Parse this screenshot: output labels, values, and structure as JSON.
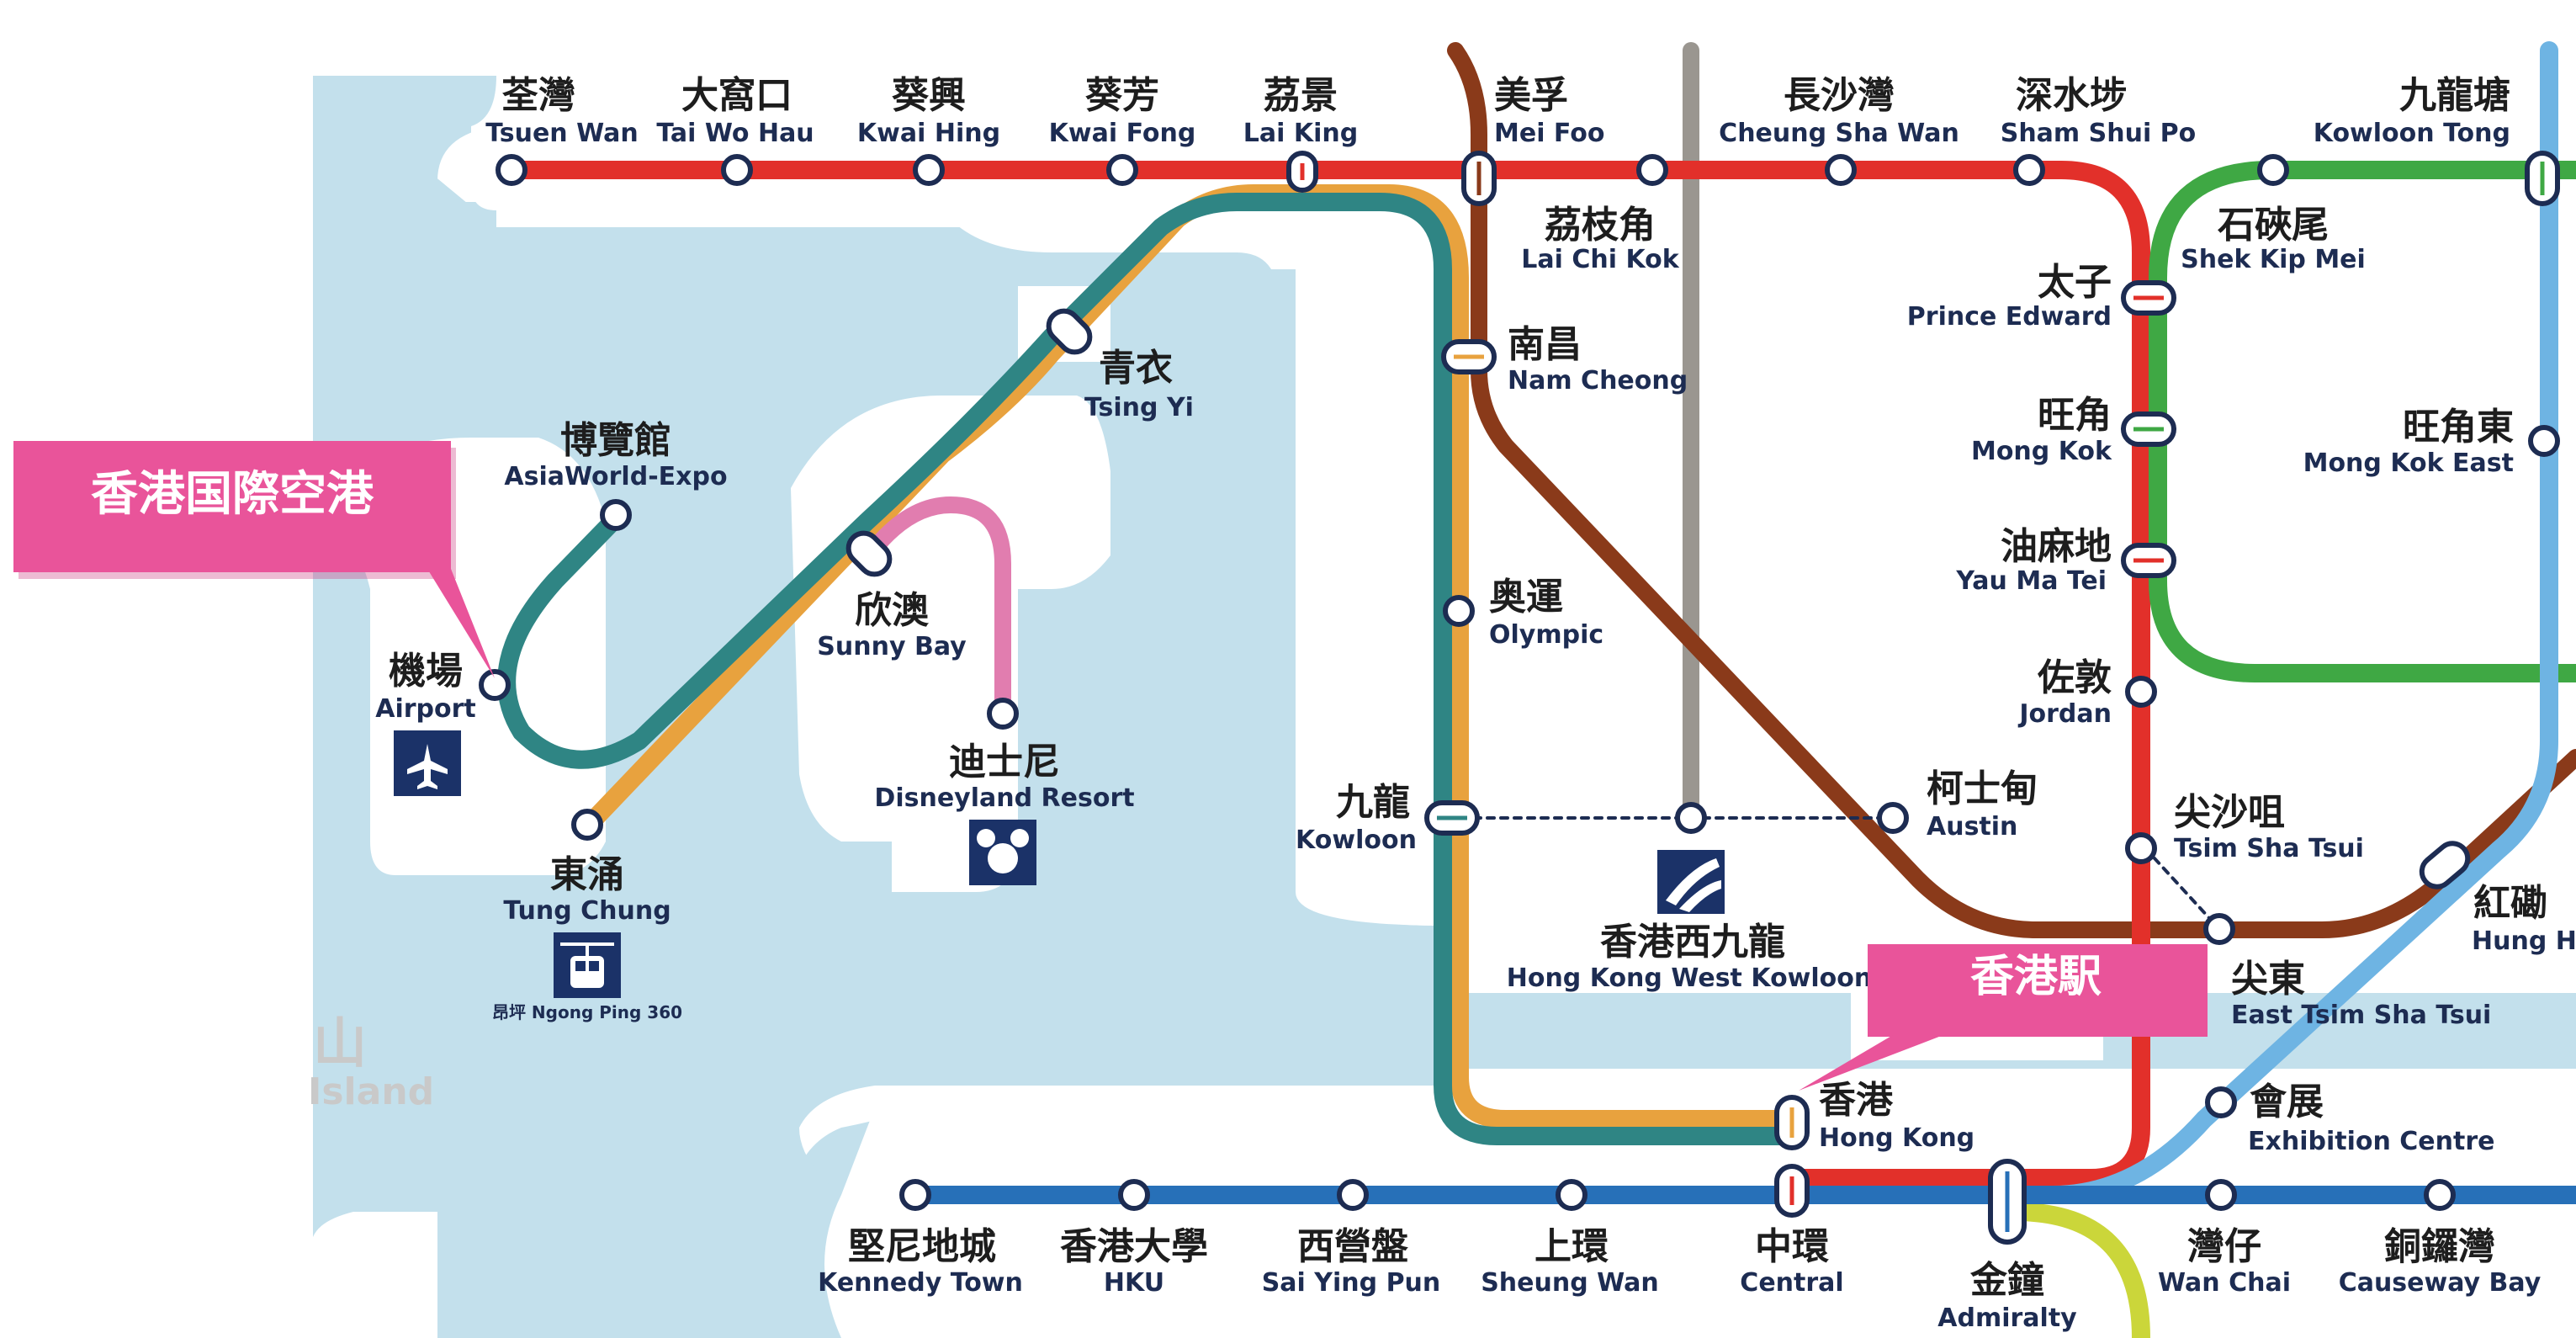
{
  "colors": {
    "water": "#c3e0ec",
    "tsuen_wan_line": "#e2302a",
    "airport_express": "#2f8584",
    "tung_chung_line": "#e8a23e",
    "disneyland_line": "#e17daf",
    "tuen_ma_line": "#8a3a1a",
    "island_line": "#2770b8",
    "kwun_tong_line": "#3fa844",
    "east_rail_line": "#6eb4e3",
    "south_island_line": "#cbd63a",
    "xrl": "#9a9690",
    "callout": "#e9549a",
    "icon_box": "#1b3268"
  },
  "callouts": {
    "airport": "香港国際空港",
    "hong_kong": "香港駅"
  },
  "island_label": {
    "zh": "山",
    "en": "Island"
  },
  "ngong_ping_label": "昂坪 Ngong Ping 360",
  "stations": {
    "tsuen_wan": {
      "zh": "荃灣",
      "en": "Tsuen Wan"
    },
    "tai_wo_hau": {
      "zh": "大窩口",
      "en": "Tai Wo Hau"
    },
    "kwai_hing": {
      "zh": "葵興",
      "en": "Kwai Hing"
    },
    "kwai_fong": {
      "zh": "葵芳",
      "en": "Kwai Fong"
    },
    "lai_king": {
      "zh": "茘景",
      "en": "Lai King"
    },
    "mei_foo": {
      "zh": "美孚",
      "en": "Mei Foo"
    },
    "cheung_sha_wan": {
      "zh": "長沙灣",
      "en": "Cheung Sha Wan"
    },
    "sham_shui_po": {
      "zh": "深水埗",
      "en": "Sham Shui Po"
    },
    "kowloon_tong": {
      "zh": "九龍塘",
      "en": "Kowloon Tong"
    },
    "lai_chi_kok": {
      "zh": "茘枝角",
      "en": "Lai Chi Kok"
    },
    "shek_kip_mei": {
      "zh": "石硤尾",
      "en": "Shek Kip Mei"
    },
    "prince_edward": {
      "zh": "太子",
      "en": "Prince Edward"
    },
    "nam_cheong": {
      "zh": "南昌",
      "en": "Nam Cheong"
    },
    "tsing_yi": {
      "zh": "青衣",
      "en": "Tsing Yi"
    },
    "asiaworld_expo": {
      "zh": "博覽館",
      "en": "AsiaWorld-Expo"
    },
    "mong_kok": {
      "zh": "旺角",
      "en": "Mong Kok"
    },
    "mong_kok_east": {
      "zh": "旺角東",
      "en": "Mong Kok East"
    },
    "yau_ma_tei": {
      "zh": "油麻地",
      "en": "Yau Ma Tei"
    },
    "olympic": {
      "zh": "奥運",
      "en": "Olympic"
    },
    "sunny_bay": {
      "zh": "欣澳",
      "en": "Sunny Bay"
    },
    "airport": {
      "zh": "機場",
      "en": "Airport"
    },
    "jordan": {
      "zh": "佐敦",
      "en": "Jordan"
    },
    "disneyland": {
      "zh": "迪士尼",
      "en": "Disneyland Resort"
    },
    "kowloon": {
      "zh": "九龍",
      "en": "Kowloon"
    },
    "austin": {
      "zh": "柯士甸",
      "en": "Austin"
    },
    "tsim_sha_tsui": {
      "zh": "尖沙咀",
      "en": "Tsim Sha Tsui"
    },
    "hung_hom": {
      "zh": "紅磡",
      "en": "Hung Ho"
    },
    "tung_chung": {
      "zh": "東涌",
      "en": "Tung Chung"
    },
    "hk_west_kowloon": {
      "zh": "香港西九龍",
      "en": "Hong Kong West Kowloon"
    },
    "east_tst": {
      "zh": "尖東",
      "en": "East Tsim Sha Tsui"
    },
    "hong_kong": {
      "zh": "香港",
      "en": "Hong Kong"
    },
    "exhibition_centre": {
      "zh": "會展",
      "en": "Exhibition Centre"
    },
    "kennedy_town": {
      "zh": "堅尼地城",
      "en": "Kennedy Town"
    },
    "hku": {
      "zh": "香港大學",
      "en": "HKU"
    },
    "sai_ying_pun": {
      "zh": "西營盤",
      "en": "Sai Ying Pun"
    },
    "sheung_wan": {
      "zh": "上環",
      "en": "Sheung Wan"
    },
    "central": {
      "zh": "中環",
      "en": "Central"
    },
    "admiralty": {
      "zh": "金鐘",
      "en": "Admiralty"
    },
    "wan_chai": {
      "zh": "灣仔",
      "en": "Wan Chai"
    },
    "causeway_bay": {
      "zh": "銅鑼灣",
      "en": "Causeway Bay"
    }
  },
  "icons": [
    "airplane-icon",
    "mickey-icon",
    "cable-car-icon",
    "high-speed-rail-icon"
  ]
}
